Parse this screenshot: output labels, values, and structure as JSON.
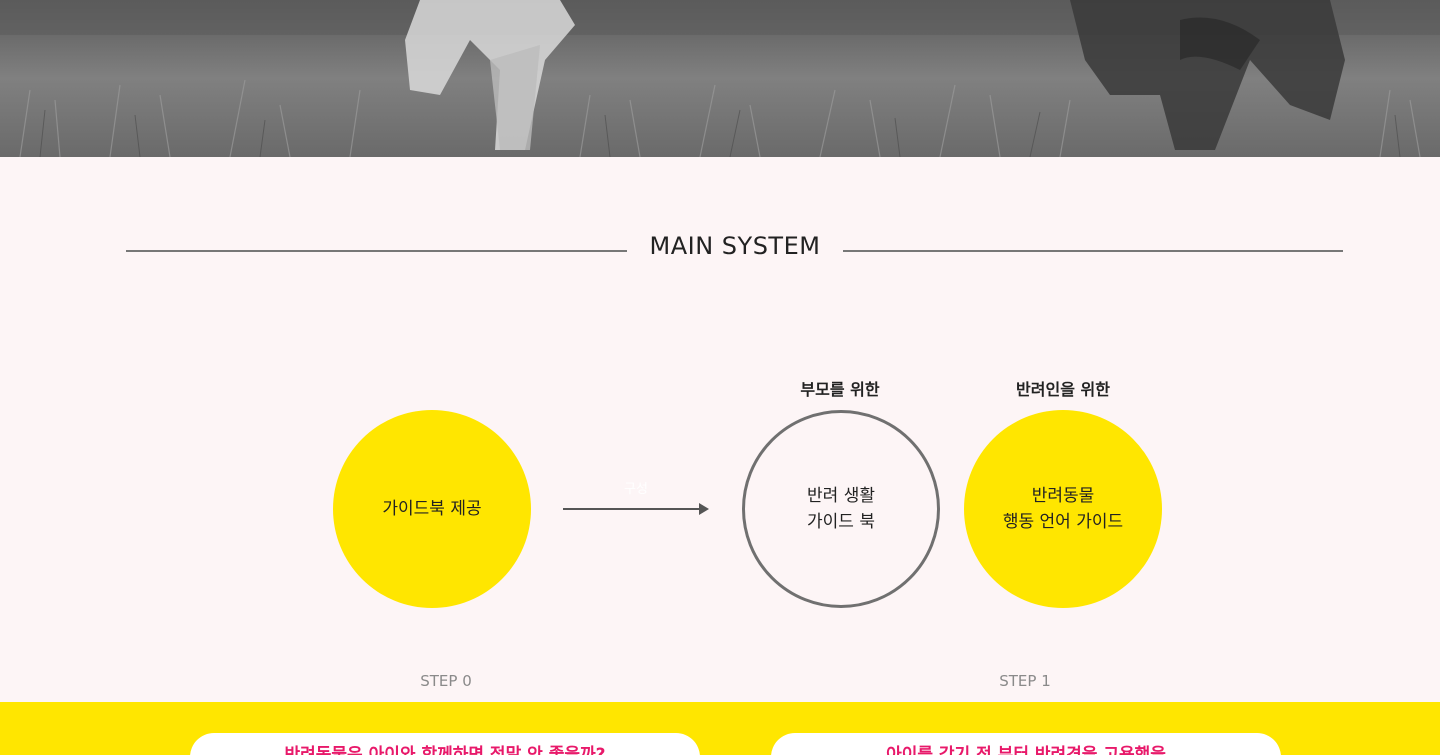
{
  "hero": {
    "image": "grayscale photo of child's bare feet and a small dog on grass"
  },
  "section": {
    "title": "MAIN SYSTEM"
  },
  "flow": {
    "step0_circle": "가이드북 제공",
    "arrow_label": "구성",
    "parent_caption": "부모를 위한",
    "parent_circle_line1": "반려 생활",
    "parent_circle_line2": "가이드 북",
    "owner_caption": "반려인을 위한",
    "owner_circle_line1": "반려동물",
    "owner_circle_line2": "행동 언어 가이드"
  },
  "steps": {
    "step0": "STEP 0",
    "step1": "STEP 1"
  },
  "cards": {
    "left_heading": "반려동물은 아이와 함께하면 정말 안 좋을까?",
    "right_heading": "아이를 갖기 전 부터 반려견을 고용했을"
  },
  "colors": {
    "accent_yellow": "#ffe600",
    "background": "#fdf5f6",
    "pink_text": "#e8196a"
  }
}
